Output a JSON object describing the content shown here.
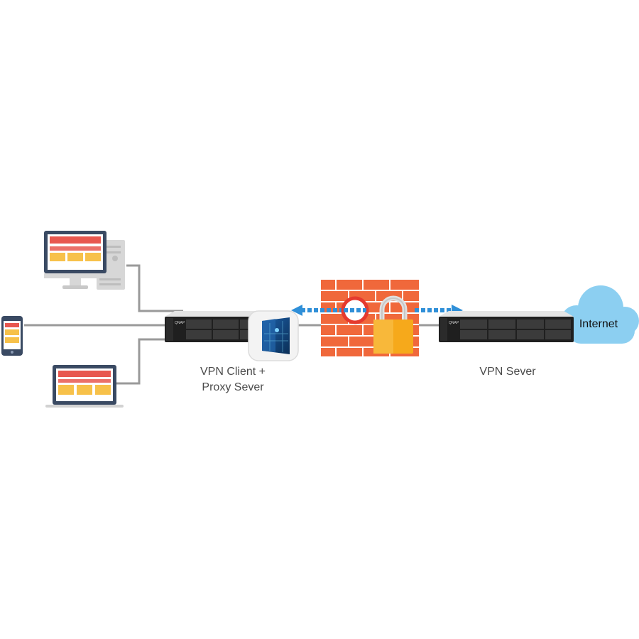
{
  "labels": {
    "vpn_client_line1": "VPN Client +",
    "vpn_client_line2": "Proxy Sever",
    "vpn_server": "VPN Sever",
    "internet": "Internet"
  },
  "nas_brand": "QNAP",
  "icons": {
    "desktop": "desktop-computer-icon",
    "phone": "smartphone-icon",
    "laptop": "laptop-icon",
    "nas_client": "nas-server-icon",
    "nas_server": "nas-server-icon",
    "vpn_app": "qvpn-app-icon",
    "firewall": "brick-firewall-icon",
    "lock": "padlock-icon",
    "blocked": "no-entry-icon",
    "cloud": "cloud-icon"
  },
  "colors": {
    "line": "#9a9a9a",
    "brick": "#f0683b",
    "mortar": "#ffffff",
    "lock": "#f6a91b",
    "tunnel": "#2f8fd8",
    "cloud": "#8ccff1",
    "screen_red": "#e8574f",
    "screen_yellow": "#f7c14a",
    "monitor": "#3a4a63"
  }
}
